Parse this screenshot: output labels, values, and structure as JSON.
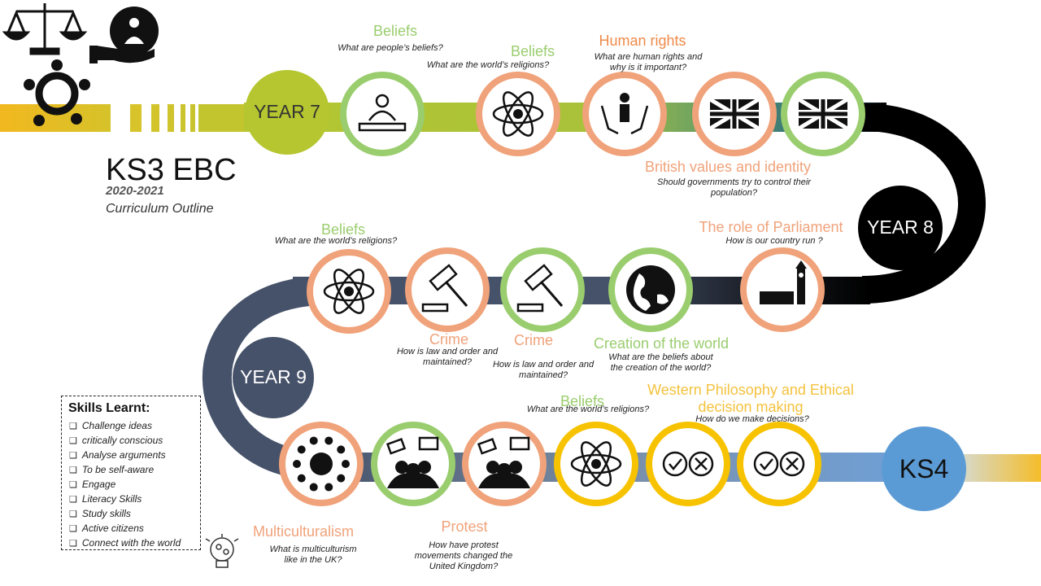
{
  "header": {
    "title": "KS3 EBC",
    "year_range": "2020-2021",
    "subtitle": "Curriculum Outline"
  },
  "colors": {
    "green": "#9acd6e",
    "orange": "#ee8b4a",
    "salmon": "#f0a27a",
    "yellow": "#f7c300",
    "year7": "#b5c630",
    "year8": "#000000",
    "year9": "#46526a",
    "ks4": "#5b9bd5"
  },
  "milestones": {
    "year7": "YEAR 7",
    "year8": "YEAR 8",
    "year9": "YEAR 9",
    "ks4": "KS4"
  },
  "topics": {
    "beliefs1": {
      "title": "Beliefs",
      "question": "What are people’s beliefs?",
      "icon": "meditation-icon"
    },
    "beliefs2": {
      "title": "Beliefs",
      "question": "What are the world’s religions?",
      "icon": "religions-atom-icon"
    },
    "human_rights": {
      "title": "Human rights",
      "question": "What are human rights and\nwhy is it important?",
      "icon": "hands-person-icon"
    },
    "british_values": {
      "title": "British values and identity",
      "question": "Should governments  try to control their\npopulation?",
      "icon": "union-flag-icon"
    },
    "parliament": {
      "title": "The role of Parliament",
      "question": "How is our country run ?",
      "icon": "parliament-icon"
    },
    "creation": {
      "title": "Creation of the world",
      "question": "What are the beliefs about\nthe creation of the world?",
      "icon": "globe-icon"
    },
    "crime1": {
      "title": "Crime",
      "question": "How is law and order and\nmaintained?",
      "icon": "gavel-icon"
    },
    "crime2": {
      "title": "Crime",
      "question": "How is law and order and\nmaintained?",
      "icon": "gavel-icon"
    },
    "beliefs3": {
      "title": "Beliefs",
      "question": "What are the world’s religions?",
      "icon": "religions-atom-icon"
    },
    "multiculturalism": {
      "title": "Multiculturalism",
      "question": "What is multiculturism\nlike in the UK?",
      "icon": "people-globe-icon"
    },
    "protest": {
      "title": "Protest",
      "question": "How have protest\nmovements changed the\nUnited Kingdom?",
      "icon": "protest-icon"
    },
    "beliefs4": {
      "title": "Beliefs",
      "question": "What are the world’s religions?",
      "icon": "religions-atom-icon"
    },
    "philosophy": {
      "title": "Western Philosophy and Ethical\ndecision making",
      "question": "How do we make decisions?",
      "icon": "check-cross-icon"
    }
  },
  "skills": {
    "heading": "Skills Learnt:",
    "items": [
      "Challenge ideas",
      "critically conscious",
      "Analyse arguments",
      "To be self-aware",
      "Engage",
      "Literacy Skills",
      "Study skills",
      "Active citizens",
      "Connect with the world"
    ]
  }
}
